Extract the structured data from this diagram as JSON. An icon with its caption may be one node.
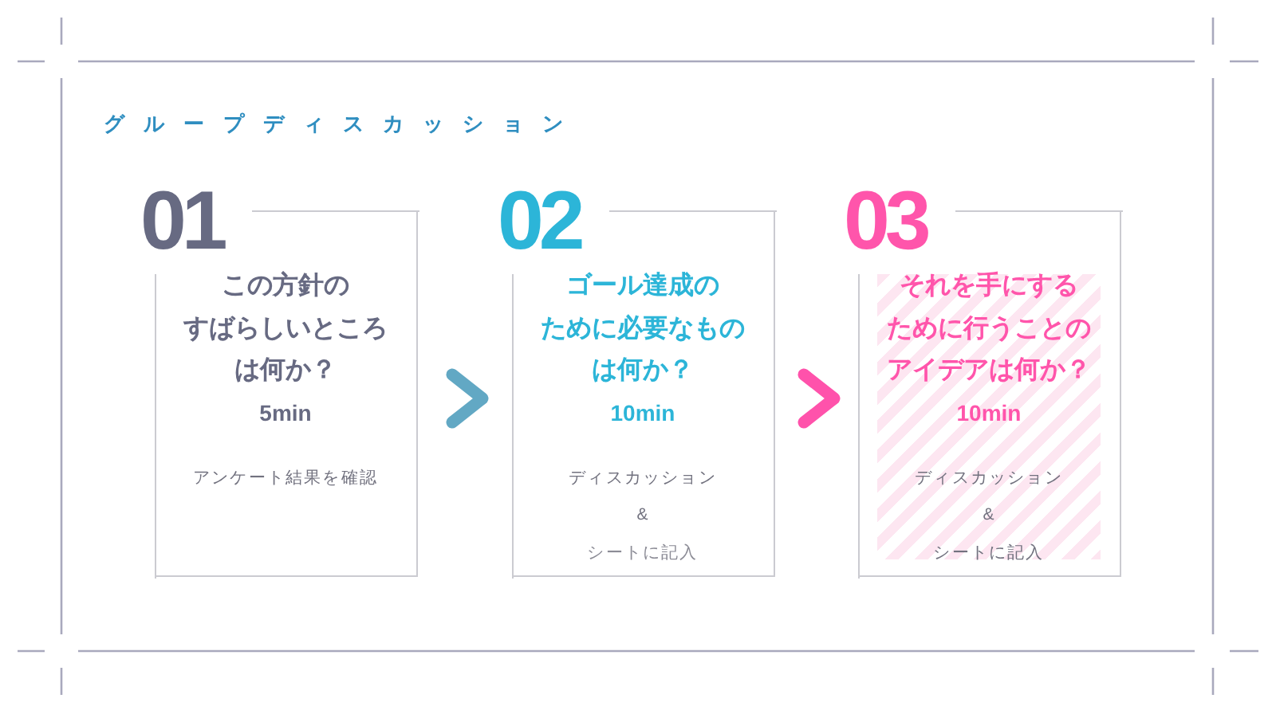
{
  "diagram": {
    "title": "グループディスカッション",
    "nodes": [
      {
        "text": [
          "01",
          "この方針のすばらしいところは何か？",
          "5min",
          "アンケート結果を確認"
        ]
      },
      {
        "text": [
          "02",
          "ゴール達成のために必要なものは何か？",
          "10min",
          "ディスカッション",
          "&",
          "シートに記入"
        ]
      },
      {
        "text": [
          "03",
          "それを手にするために行うことのアイデアは何か？",
          "10min",
          "ディスカッション",
          "&",
          "シートに記入"
        ]
      }
    ],
    "edges": [
      {
        "from": 0,
        "to": 1,
        "arrow": "to",
        "color": "#62a8c4"
      },
      {
        "from": 1,
        "to": 2,
        "arrow": "to",
        "color": "#ff52ab"
      }
    ]
  }
}
